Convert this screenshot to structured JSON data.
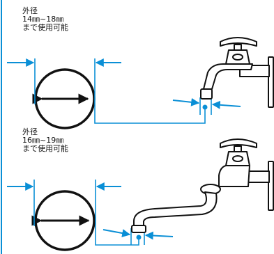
{
  "colors": {
    "accent": "#0a8fd6",
    "line": "#111111",
    "background": "#ffffff"
  },
  "diagrams": [
    {
      "lines": [
        "外径",
        "14㎜~18㎜",
        "まで使用可能"
      ],
      "faucet_type": "short-spout-faucet"
    },
    {
      "lines": [
        "外径",
        "16㎜~19㎜",
        "まで使用可能"
      ],
      "faucet_type": "long-bent-spout-faucet"
    }
  ]
}
